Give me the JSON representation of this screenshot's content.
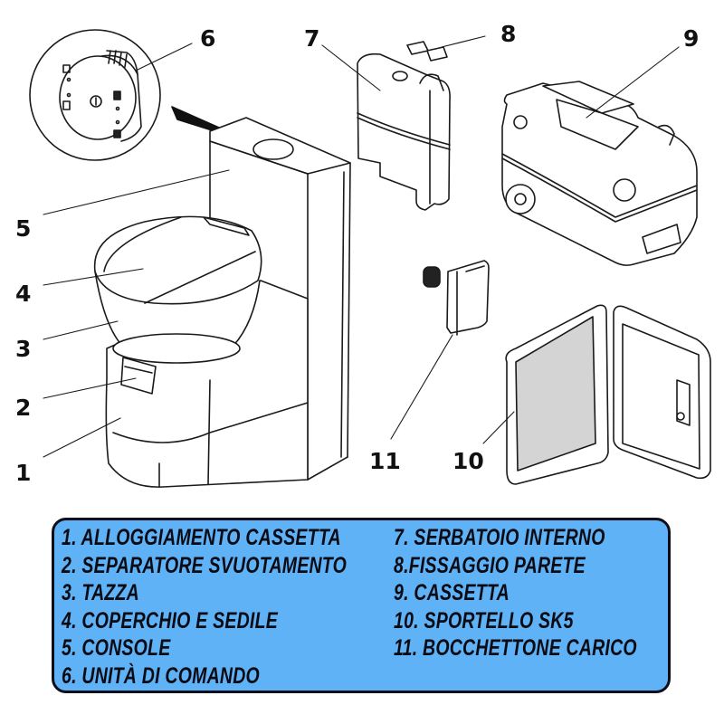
{
  "callouts": [
    {
      "id": "1",
      "label": "1"
    },
    {
      "id": "2",
      "label": "2"
    },
    {
      "id": "3",
      "label": "3"
    },
    {
      "id": "4",
      "label": "4"
    },
    {
      "id": "5",
      "label": "5"
    },
    {
      "id": "6",
      "label": "6"
    },
    {
      "id": "7",
      "label": "7"
    },
    {
      "id": "8",
      "label": "8"
    },
    {
      "id": "9",
      "label": "9"
    },
    {
      "id": "10",
      "label": "10"
    },
    {
      "id": "11",
      "label": "11"
    }
  ],
  "legend": {
    "left": [
      "1. ALLOGGIAMENTO CASSETTA",
      "2. SEPARATORE SVUOTAMENTO",
      "3. TAZZA",
      "4. COPERCHIO E SEDILE",
      "5. CONSOLE",
      "6. UNITÀ DI COMANDO"
    ],
    "right": [
      "7. SERBATOIO INTERNO",
      "8.FISSAGGIO PARETE",
      "9. CASSETTA",
      "10. SPORTELLO SK5",
      "11. BOCCHETTONE CARICO"
    ]
  },
  "colors": {
    "legend_bg": "#5fb2f6",
    "legend_border": "#0e0e1a",
    "door_panel": "#d4d4d4"
  }
}
